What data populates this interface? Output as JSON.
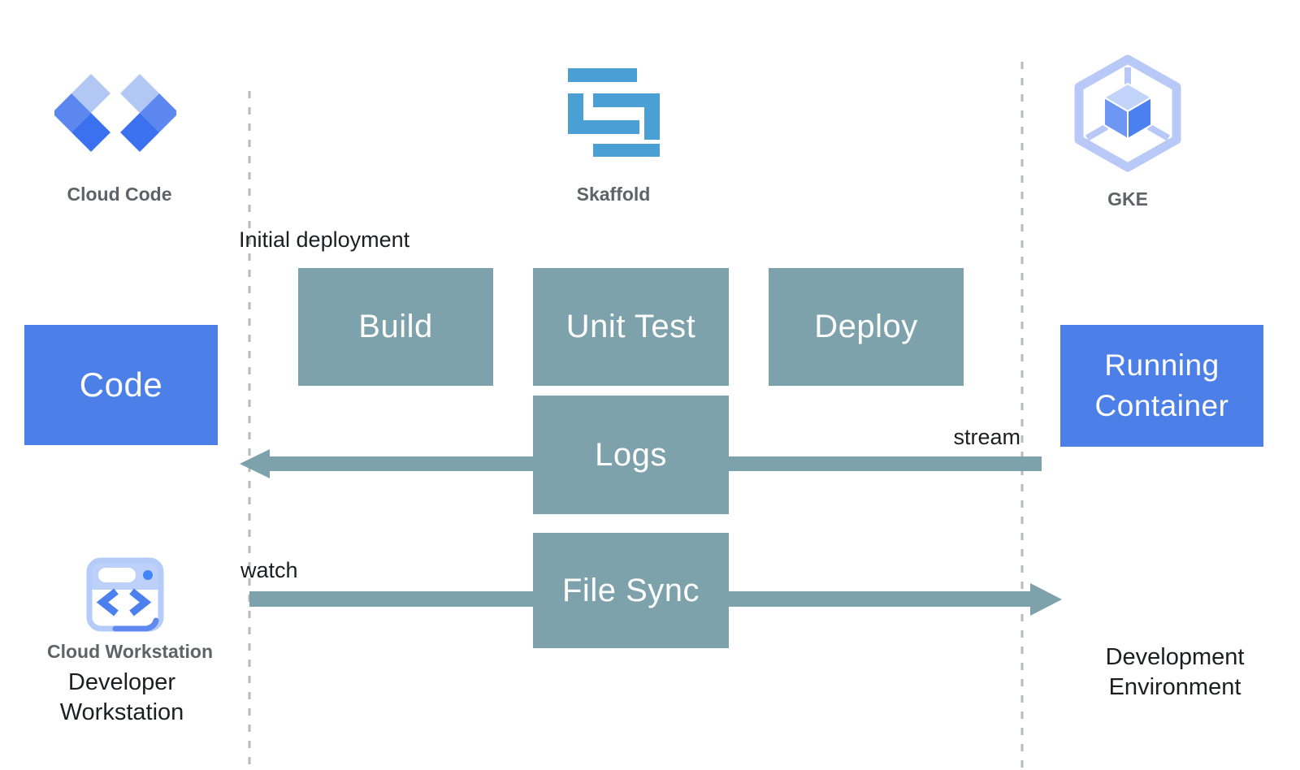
{
  "diagram": {
    "header": {
      "cloud_code": {
        "label": "Cloud Code",
        "icon": "cloud-code-diamonds-icon"
      },
      "skaffold": {
        "label": "Skaffold",
        "icon": "skaffold-s-icon"
      },
      "gke": {
        "label": "GKE",
        "icon": "gke-hexagon-cube-icon"
      }
    },
    "nodes": {
      "code": {
        "label": "Code"
      },
      "build": {
        "label": "Build"
      },
      "unit_test": {
        "label": "Unit Test"
      },
      "deploy": {
        "label": "Deploy"
      },
      "logs": {
        "label": "Logs"
      },
      "file_sync": {
        "label": "File Sync"
      },
      "running_container": {
        "label": "Running Container"
      }
    },
    "annotations": {
      "initial_deployment": "Initial deployment",
      "stream": "stream",
      "watch": "watch"
    },
    "footer": {
      "cloud_workstation": {
        "label": "Cloud Workstation",
        "icon": "code-window-icon"
      },
      "developer_workstation": "Developer Workstation",
      "development_environment": "Development Environment"
    },
    "colors": {
      "process_teal": "#7da2ab",
      "primary_blue": "#4c80e8",
      "skaffold_blue": "#4aa0d4",
      "cloud_code_light": "#b2c7f4",
      "cloud_code_medium": "#5c87ef",
      "cloud_code_dark": "#3b71ee",
      "gke_outline": "#b9c9f7",
      "label_gray": "#5f6368",
      "text_black": "#1c1e21",
      "divider_gray": "#b7babe"
    }
  }
}
